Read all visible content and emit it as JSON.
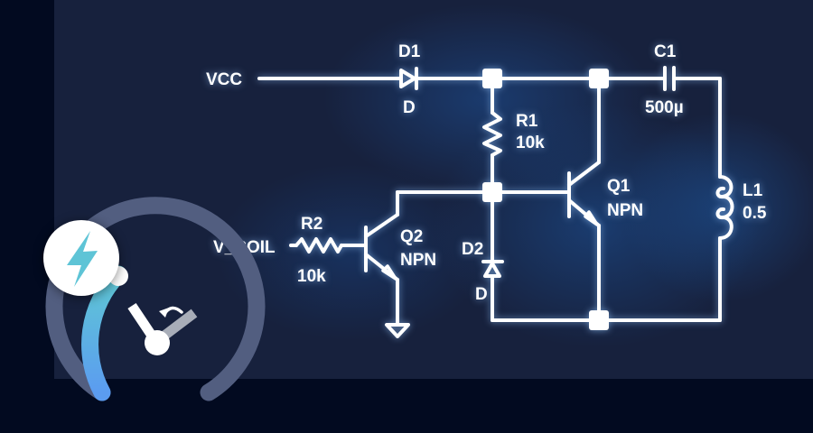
{
  "diagram": {
    "title": "",
    "type": "circuit-schematic",
    "nets": {
      "supply": "VCC",
      "input": "V_COIL"
    },
    "components": [
      {
        "ref": "D1",
        "kind": "diode",
        "value": "D"
      },
      {
        "ref": "R1",
        "kind": "resistor",
        "value": "10k"
      },
      {
        "ref": "C1",
        "kind": "capacitor",
        "value": "500µ"
      },
      {
        "ref": "Q1",
        "kind": "transistor",
        "value": "NPN"
      },
      {
        "ref": "L1",
        "kind": "inductor",
        "value": "0.5"
      },
      {
        "ref": "R2",
        "kind": "resistor",
        "value": "10k"
      },
      {
        "ref": "Q2",
        "kind": "transistor",
        "value": "NPN"
      },
      {
        "ref": "D2",
        "kind": "diode",
        "value": "D"
      }
    ],
    "labels": {
      "vcc": "VCC",
      "v_coil": "V_COIL",
      "d1_ref": "D1",
      "d1_val": "D",
      "r1_ref": "R1",
      "r1_val": "10k",
      "c1_ref": "C1",
      "c1_val": "500µ",
      "q1_ref": "Q1",
      "q1_val": "NPN",
      "l1_ref": "L1",
      "l1_val": "0.5",
      "r2_ref": "R2",
      "r2_val": "10k",
      "q2_ref": "Q2",
      "q2_val": "NPN",
      "d2_ref": "D2",
      "d2_val": "D"
    }
  },
  "badge": {
    "icon": "lightning-bolt-icon",
    "icon_color": "#5ec4d6"
  },
  "gauge": {
    "icon": "speedometer-icon",
    "fill_fraction": 0.3,
    "colors": {
      "fill_start": "#5fc8d4",
      "fill_end": "#5b9cf0",
      "track": "#525e80",
      "needle": "#ffffff",
      "ghost_needle": "#a8adb8"
    }
  },
  "colors": {
    "outer_bg": "#020a20",
    "panel_bg": "#17213d",
    "wire": "#ffffff"
  }
}
